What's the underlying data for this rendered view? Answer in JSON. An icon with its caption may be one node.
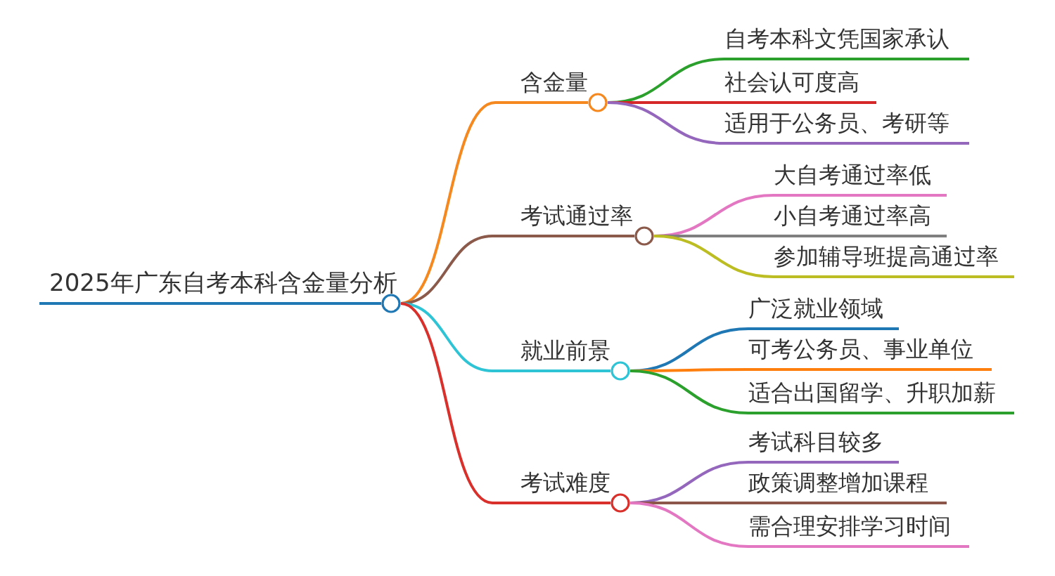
{
  "diagram": {
    "nodes": [
      {
        "text": [
          "2025年广东自考本科含金量分析"
        ]
      },
      {
        "text": [
          "含金量"
        ]
      },
      {
        "text": [
          "自考本科文凭国家承认"
        ]
      },
      {
        "text": [
          "社会认可度高"
        ]
      },
      {
        "text": [
          "适用于公务员、考研等"
        ]
      },
      {
        "text": [
          "考试通过率"
        ]
      },
      {
        "text": [
          "大自考通过率低"
        ]
      },
      {
        "text": [
          "小自考通过率高"
        ]
      },
      {
        "text": [
          "参加辅导班提高通过率"
        ]
      },
      {
        "text": [
          "就业前景"
        ]
      },
      {
        "text": [
          "广泛就业领域"
        ]
      },
      {
        "text": [
          "可考公务员、事业单位"
        ]
      },
      {
        "text": [
          "适合出国留学、升职加薪"
        ]
      },
      {
        "text": [
          "考试难度"
        ]
      },
      {
        "text": [
          "考试科目较多"
        ]
      },
      {
        "text": [
          "政策调整增加课程"
        ]
      },
      {
        "text": [
          "需合理安排学习时间"
        ]
      }
    ],
    "edges": [
      {
        "from": 0,
        "to": 1,
        "arrow": "none",
        "color": "#f5891f"
      },
      {
        "from": 1,
        "to": 2,
        "arrow": "none",
        "color": "#2ca02c"
      },
      {
        "from": 1,
        "to": 3,
        "arrow": "none",
        "color": "#d62728"
      },
      {
        "from": 1,
        "to": 4,
        "arrow": "none",
        "color": "#9467bd"
      },
      {
        "from": 0,
        "to": 5,
        "arrow": "none",
        "color": "#8b5a4a"
      },
      {
        "from": 5,
        "to": 6,
        "arrow": "none",
        "color": "#e377c2"
      },
      {
        "from": 5,
        "to": 7,
        "arrow": "none",
        "color": "#7f7f7f"
      },
      {
        "from": 5,
        "to": 8,
        "arrow": "none",
        "color": "#bcbd22"
      },
      {
        "from": 0,
        "to": 9,
        "arrow": "none",
        "color": "#2ec4d6"
      },
      {
        "from": 9,
        "to": 10,
        "arrow": "none",
        "color": "#1f77b4"
      },
      {
        "from": 9,
        "to": 11,
        "arrow": "none",
        "color": "#ff7f0e"
      },
      {
        "from": 9,
        "to": 12,
        "arrow": "none",
        "color": "#2ca02c"
      },
      {
        "from": 0,
        "to": 13,
        "arrow": "none",
        "color": "#d9302c"
      },
      {
        "from": 13,
        "to": 14,
        "arrow": "none",
        "color": "#9467bd"
      },
      {
        "from": 13,
        "to": 15,
        "arrow": "none",
        "color": "#8c564b"
      },
      {
        "from": 13,
        "to": 16,
        "arrow": "none",
        "color": "#e377c2"
      }
    ]
  }
}
